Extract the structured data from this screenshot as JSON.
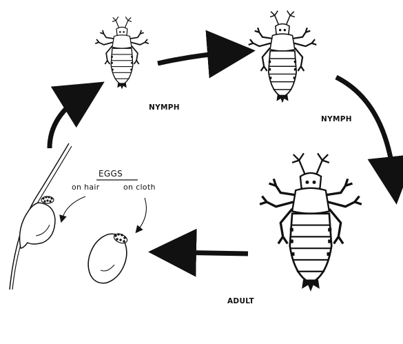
{
  "labels": {
    "nymph_1": "NYMPH",
    "nymph_2": "NYMPH",
    "adult": "ADULT",
    "eggs_heading": "EGGS",
    "eggs_on_hair": "on hair",
    "eggs_on_cloth": "on cloth"
  },
  "colors": {
    "ink": "#111111",
    "paper": "#ffffff"
  },
  "icons": [
    "louse-nymph-small",
    "louse-nymph-medium",
    "louse-adult",
    "egg-on-hair",
    "egg-on-cloth",
    "cycle-arrow"
  ]
}
